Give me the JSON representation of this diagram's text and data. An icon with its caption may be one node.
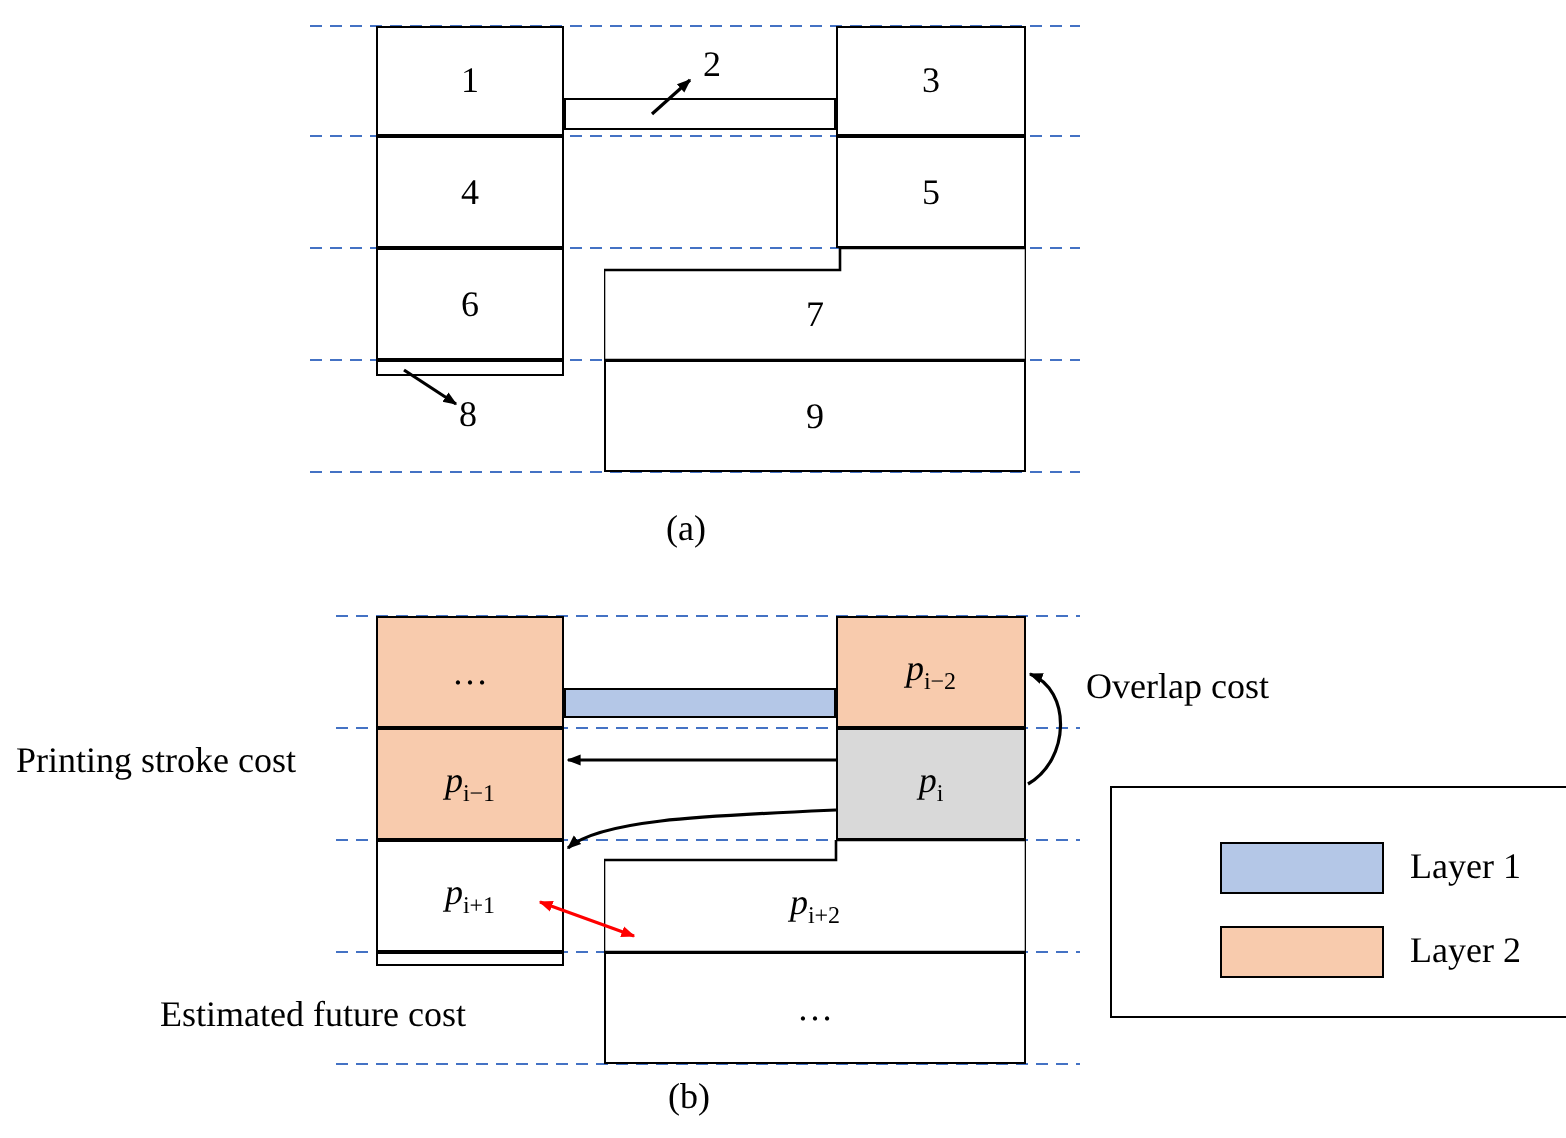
{
  "diagram": {
    "nodes": [
      {
        "text": [
          "1"
        ]
      },
      {
        "text": [],
        "shape": "box"
      },
      {
        "text": [
          "3"
        ]
      },
      {
        "text": [
          "4"
        ]
      },
      {
        "text": [
          "5"
        ]
      },
      {
        "text": [
          "6"
        ]
      },
      {
        "text": [
          "7"
        ]
      },
      {
        "text": [],
        "shape": "box"
      },
      {
        "text": [
          "9"
        ]
      },
      {
        "text": [
          "2"
        ]
      },
      {
        "text": [
          "8"
        ]
      },
      {
        "text": [
          "…"
        ]
      },
      {
        "text": [],
        "shape": "box"
      },
      {
        "text": [
          "*p*$_{i−2}$"
        ]
      },
      {
        "text": [
          "*p*$_{i−1}$"
        ]
      },
      {
        "text": [
          "*p*$_{i}$"
        ]
      },
      {
        "text": [
          "*p*$_{i+1}$"
        ]
      },
      {
        "text": [
          "*p*$_{i+2}$"
        ]
      },
      {
        "text": [],
        "shape": "box"
      },
      {
        "text": [
          "…"
        ]
      }
    ],
    "edges": [
      {
        "from": 1,
        "to": 9,
        "arrow": "to"
      },
      {
        "from": 7,
        "to": 10,
        "arrow": "to"
      },
      {
        "from": 15,
        "to": 13,
        "arrow": "to",
        "label": "Overlap cost"
      },
      {
        "from": 15,
        "to": 14,
        "arrow": "to"
      },
      {
        "from": 15,
        "to": 16,
        "arrow": "to"
      },
      {
        "from": 16,
        "to": 17,
        "arrow": "both",
        "label": "Estimated future cost",
        "color": "#ff0000"
      }
    ],
    "labels": [
      "(a)",
      "Printing stroke cost",
      "(b)"
    ],
    "legend": [
      {
        "text": "Layer 1",
        "color": "#b4c7e7"
      },
      {
        "text": "Layer 2",
        "color": "#f8cbad"
      }
    ]
  }
}
